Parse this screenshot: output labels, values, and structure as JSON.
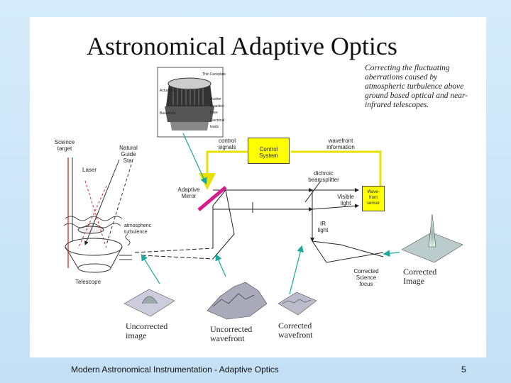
{
  "title": "Astronomical Adaptive Optics",
  "caption": "Correcting the fluctuating aberrations caused by atmospheric turbulence above ground based optical and near-infrared telescopes.",
  "labels": {
    "science_target": "Science\ntarget",
    "natural_guide_star": "Natural\nGuide\nStar",
    "laser": "Laser",
    "atmospheric_turbulence": "atmospheric\nturbulence",
    "telescope": "Telescope",
    "adaptive_mirror": "Adaptive\nMirror",
    "control_signals": "control\nsignals",
    "control_system": "Control\nSystem",
    "wavefront_information": "wavefront\ninformation",
    "dichroic_beamsplitter": "dichroic\nbeamsplitter",
    "visible_light": "Visible\nlight",
    "wavefront_sensor": "Wave-\nfront\nsensor",
    "ir_light": "IR\nlight",
    "corrected_science_focus": "Corrected\nScience\nfocus",
    "corrected_image": "Corrected\nImage",
    "uncorrected_image": "Uncorrected\nimage",
    "uncorrected_wavefront": "Uncorrected\nwavefront",
    "corrected_wavefront": "Corrected\nwavefront"
  },
  "inset_labels": {
    "thin_faceplate": "Thin Faceplate",
    "pusher": "Pusher",
    "reaction_base": "Reaction\nbase",
    "electrical_leads": "Electrical\nleads",
    "baseplate": "Baseplate",
    "actuators": "Actuators"
  },
  "footer": "Modern Astronomical Instrumentation - Adaptive Optics",
  "page_number": "5",
  "colors": {
    "control_box": "#ffff00",
    "control_loop": "#e8e000",
    "mirror": "#d81b8c",
    "pointer_teal": "#1aa89a",
    "laser_red": "#cc2222",
    "light_path": "#222222"
  }
}
